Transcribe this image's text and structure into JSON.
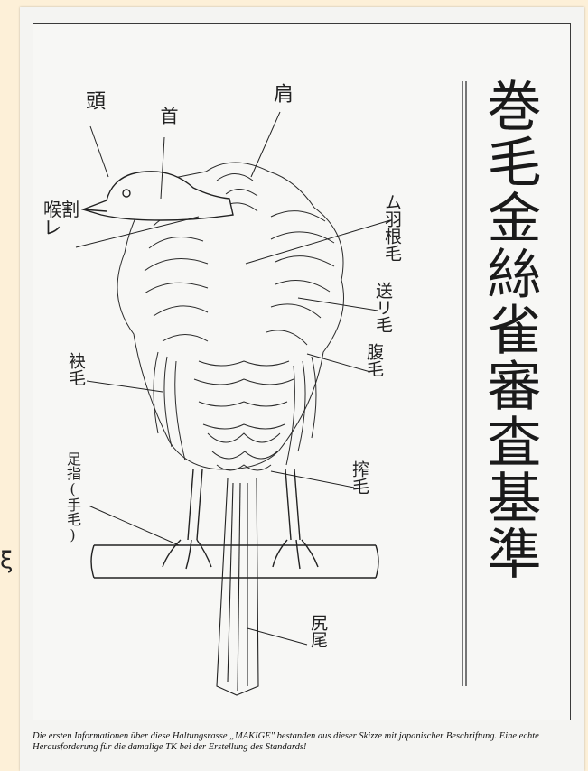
{
  "title": "巻毛金絲雀審査基準",
  "labels": {
    "head": "頭",
    "neck": "首",
    "shoulder": "肩",
    "throat": "喉割レ",
    "shoulder_feathers": "ム羽根毛",
    "side_feathers": "送リ毛",
    "belly": "腹毛",
    "flank": "袂毛",
    "hip": "搾毛",
    "toes": "足指(手毛)",
    "tail": "尻尾"
  },
  "caption": "Die ersten Informationen über diese Haltungsrasse „MAKIGE\" bestanden aus dieser Skizze mit japanischer Beschriftung. Eine echte Herausforderung für die damalige TK bei der Erstellung des Standards!",
  "margin_glyph": "ξ"
}
